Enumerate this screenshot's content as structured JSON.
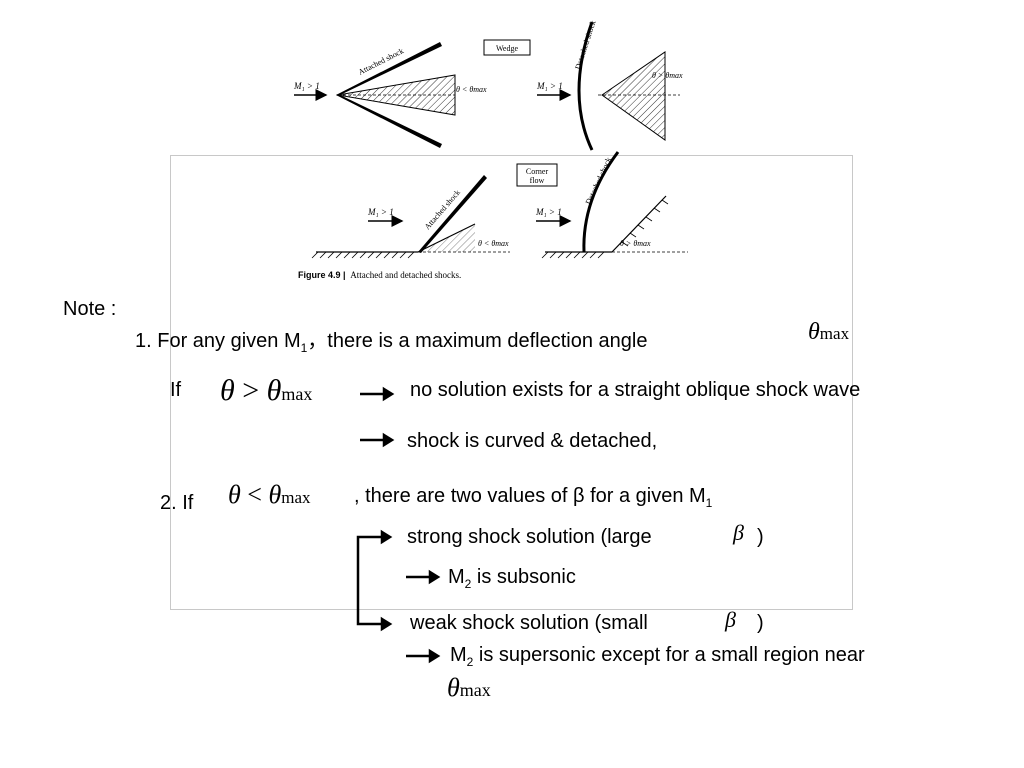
{
  "figure": {
    "wedge_label": "Wedge",
    "corner_label_line1": "Corner",
    "corner_label_line2": "flow",
    "m1_label": "M₁ > 1",
    "attached_shock": "Attached shock",
    "detached_shock": "Detached shock",
    "theta_less": "θ < θmax",
    "theta_greater": "θ > θmax",
    "caption_bold": "Figure 4.9 |",
    "caption_text": "Attached and detached shocks."
  },
  "note": {
    "heading": "Note :",
    "item1_text": "1. For any given M",
    "item1_sub": "1",
    "item1_rest": "，there is a maximum deflection angle",
    "theta_symbol": "θ",
    "max_sub": "max",
    "if_label": "If",
    "gt": ">",
    "lt": "<",
    "no_solution": "no solution exists for a straight oblique shock wave",
    "curved": "shock is curved & detached,",
    "item2_if": "2. If",
    "two_values": ", there are two values of β for a given M",
    "two_values_sub": "1",
    "strong_open": "strong shock solution (large",
    "beta": "β",
    "close_paren": ")",
    "m2_prefix": "M",
    "m2_sub": "2",
    "subsonic": "is subsonic",
    "weak_open": "weak shock solution (small",
    "supersonic": "is supersonic except for a small region near"
  }
}
